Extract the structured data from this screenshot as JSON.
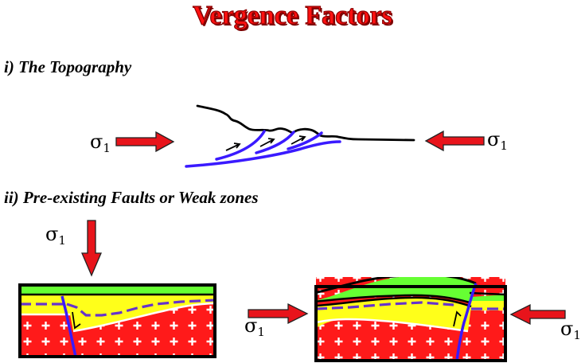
{
  "title": "Vergence Factors",
  "sections": [
    {
      "heading": "i) The Topography"
    },
    {
      "heading": "ii) Pre-existing Faults or Weak zones"
    }
  ],
  "stress_symbol": {
    "symbol": "σ",
    "subscript": "1"
  },
  "colors": {
    "title_red": "#ff1010",
    "arrow_red": "#e8141b",
    "basement_red": "#ff1a1a",
    "sediment_yellow": "#ffff1a",
    "top_layer_green": "#66ff33",
    "fault_blue": "#3a1aff",
    "weak_zone_purple": "#6633cc",
    "outline_black": "#000000"
  },
  "icons": [
    "right-arrow-icon",
    "left-arrow-icon",
    "down-arrow-icon",
    "basement-cross-icon"
  ]
}
